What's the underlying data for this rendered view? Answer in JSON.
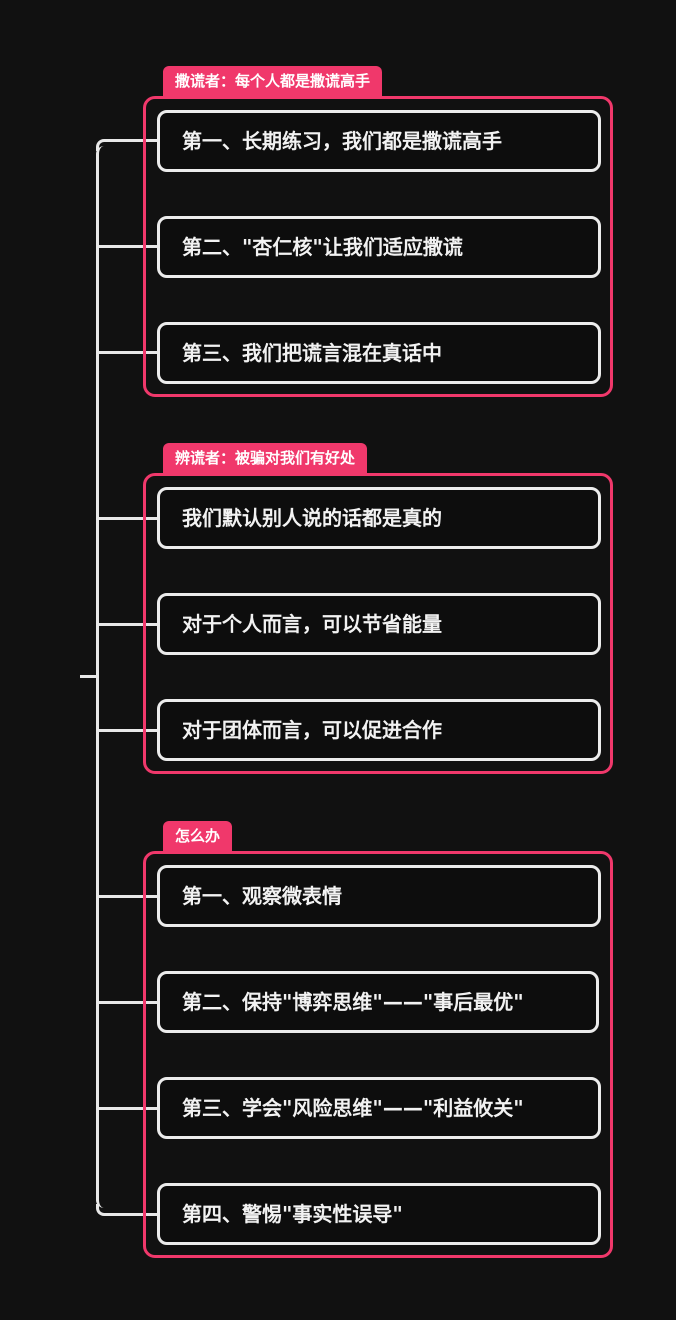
{
  "colors": {
    "background": "#111111",
    "accent": "#f0386b",
    "node_border": "#ececec",
    "connector": "#e8e8e8",
    "text": "#f2f2f2"
  },
  "mindmap": {
    "groups": [
      {
        "label": "撒谎者：每个人都是撒谎高手",
        "nodes": [
          "第一、长期练习，我们都是撒谎高手",
          "第二、\"杏仁核\"让我们适应撒谎",
          "第三、我们把谎言混在真话中"
        ]
      },
      {
        "label": "辨谎者：被骗对我们有好处",
        "nodes": [
          "我们默认别人说的话都是真的",
          "对于个人而言，可以节省能量",
          "对于团体而言，可以促进合作"
        ]
      },
      {
        "label": "怎么办",
        "nodes": [
          "第一、观察微表情",
          "第二、保持\"博弈思维\"——\"事后最优\"",
          "第三、学会\"风险思维\"——\"利益攸关\"",
          "第四、警惕\"事实性误导\""
        ]
      }
    ]
  }
}
